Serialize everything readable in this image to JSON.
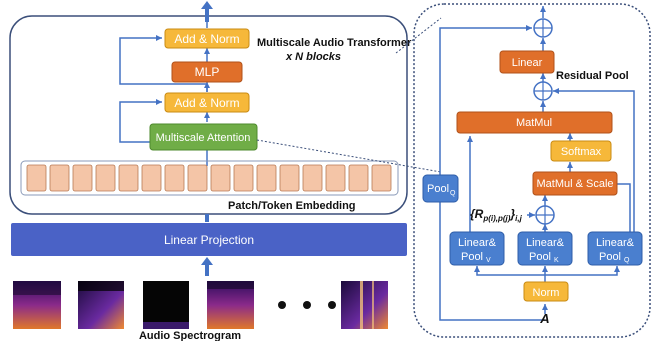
{
  "transformer": {
    "title_line1": "Multiscale Audio Transformer",
    "title_line2": "x N blocks",
    "add_norm_top": "Add & Norm",
    "mlp": "MLP",
    "add_norm_bottom": "Add & Norm",
    "multiscale_attention": "Multiscale Attention",
    "patch_token_embedding": "Patch/Token Embedding"
  },
  "linear_projection": "Linear Projection",
  "audio_spectrogram": "Audio Spectrogram",
  "residual_pool": {
    "title": "Residual Pool",
    "linear": "Linear",
    "matmul": "MatMul",
    "softmax": "Softmax",
    "matmul_scale": "MatMul & Scale",
    "pool_q_main": "Pool",
    "pool_q_sub": "Q",
    "relpos_prefix": "{R",
    "relpos_sub": "p(i),p(j)",
    "relpos_suffix": "}",
    "relpos_ij": "i,j",
    "lp_v_1": "Linear&",
    "lp_v_2": "Pool",
    "lp_v_sub": "V",
    "lp_k_1": "Linear&",
    "lp_k_2": "Pool",
    "lp_k_sub": "K",
    "lp_q_1": "Linear&",
    "lp_q_2": "Pool",
    "lp_q_sub": "Q",
    "norm": "Norm",
    "input": "A"
  },
  "colors": {
    "yellow": "#f6b83a",
    "orange": "#e06f2a",
    "green": "#70ad47",
    "blue_box": "#4a7fcf",
    "linear_projection": "#4a62c6",
    "token": "#f4c5a7",
    "line": "#4472c4"
  }
}
